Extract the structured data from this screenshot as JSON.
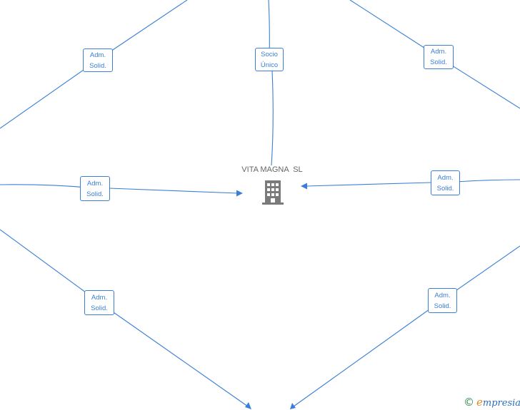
{
  "center": {
    "label": "VITA MAGNA  SL",
    "icon": "building-icon",
    "icon_color": "#777777"
  },
  "roles": [
    {
      "id": "role-top-left",
      "line1": "Adm.",
      "line2": "Solid."
    },
    {
      "id": "role-top-center",
      "line1": "Socio",
      "line2": "Único"
    },
    {
      "id": "role-top-right",
      "line1": "Adm.",
      "line2": "Solid."
    },
    {
      "id": "role-mid-left",
      "line1": "Adm.",
      "line2": "Solid."
    },
    {
      "id": "role-mid-right",
      "line1": "Adm.",
      "line2": "Solid."
    },
    {
      "id": "role-bottom-left",
      "line1": "Adm.",
      "line2": "Solid."
    },
    {
      "id": "role-bottom-right",
      "line1": "Adm.",
      "line2": "Solid."
    }
  ],
  "brand": {
    "copyright_symbol": "©",
    "first_letter": "e",
    "rest": "mpresia"
  },
  "colors": {
    "edge": "#3a7fd5",
    "box_border": "#3a7fd5",
    "label_text": "#666666"
  }
}
